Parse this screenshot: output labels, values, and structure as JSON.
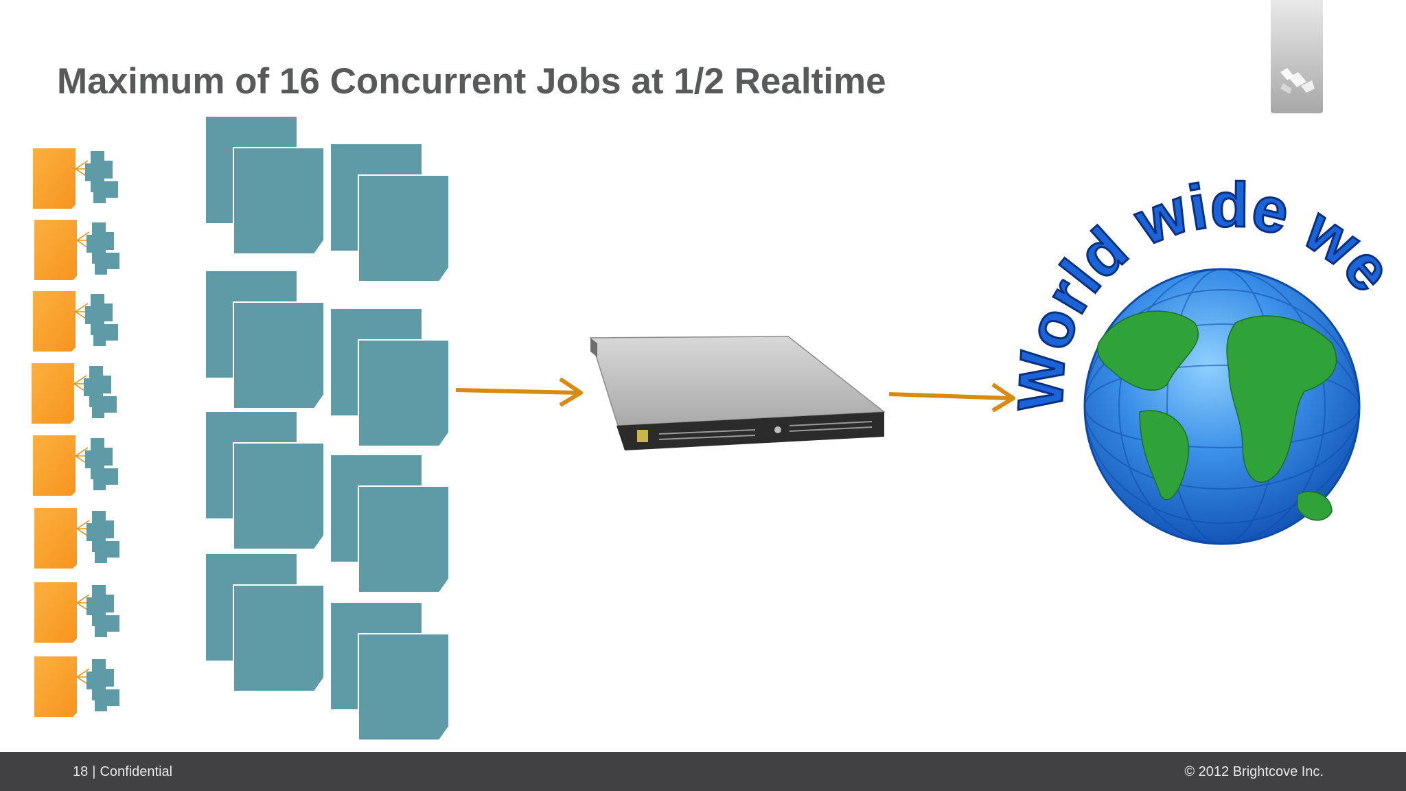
{
  "slide": {
    "title": "Maximum of 16 Concurrent Jobs at 1/2 Realtime",
    "page_number": "18",
    "separator": "|",
    "classification": "Confidential",
    "copyright": "© 2012 Brightcove Inc."
  },
  "diagram": {
    "source_jobs_count": 8,
    "output_file_stacks_count": 8,
    "globe_text": "World wide web",
    "icons": [
      "orange-file-icon",
      "file-stack-icon",
      "server-icon",
      "arrow-right-icon",
      "globe-icon",
      "brightcove-logo-icon"
    ]
  },
  "colors": {
    "title": "#58595b",
    "footer_bg": "#414143",
    "footer_text": "#e8e8e8",
    "file_teal": "#5f9ba6",
    "source_orange": "#f7941d",
    "arrow": "#d98a10",
    "globe_blue": "#2e7fe0",
    "globe_green": "#2fa33a"
  }
}
